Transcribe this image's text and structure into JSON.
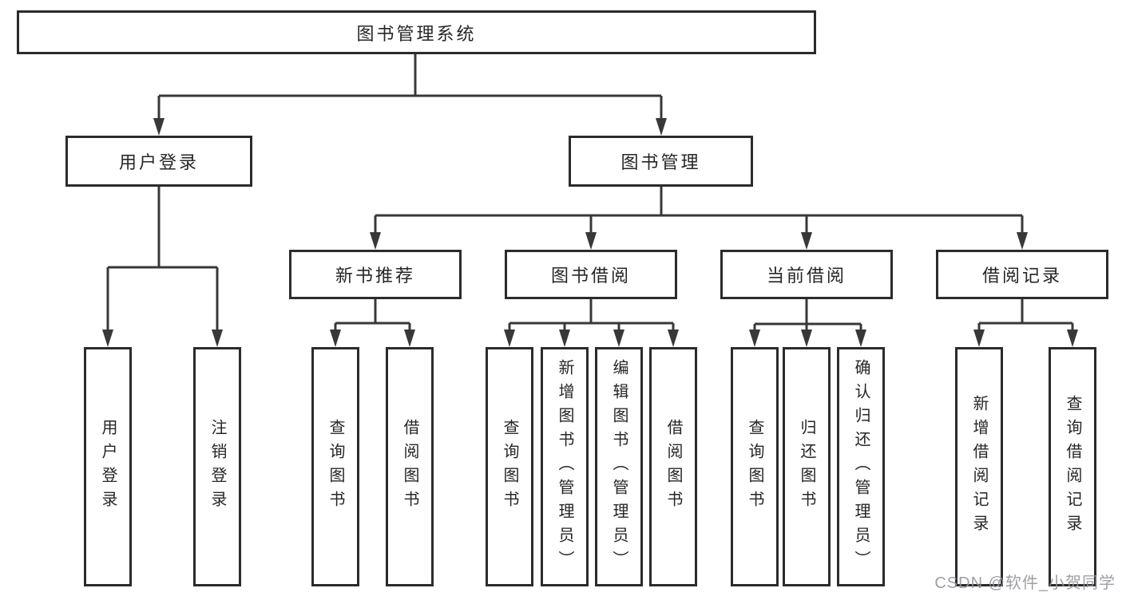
{
  "title": "图书管理系统",
  "tree": {
    "user_login": {
      "label": "用户登录",
      "children": [
        "用户登录",
        "注销登录"
      ]
    },
    "book_management": {
      "label": "图书管理",
      "sections": {
        "new_books": {
          "label": "新书推荐",
          "children": [
            "查询图书",
            "借阅图书"
          ]
        },
        "book_borrowing": {
          "label": "图书借阅",
          "children": [
            "查询图书",
            "新增图书（管理员）",
            "编辑图书（管理员）",
            "借阅图书"
          ]
        },
        "current_borrowing": {
          "label": "当前借阅",
          "children": [
            "查询图书",
            "归还图书",
            "确认归还（管理员）"
          ]
        },
        "borrowing_records": {
          "label": "借阅记录",
          "children": [
            "新增借阅记录",
            "查询借阅记录"
          ]
        }
      }
    }
  },
  "watermark": "CSDN @软件_小贺同学"
}
